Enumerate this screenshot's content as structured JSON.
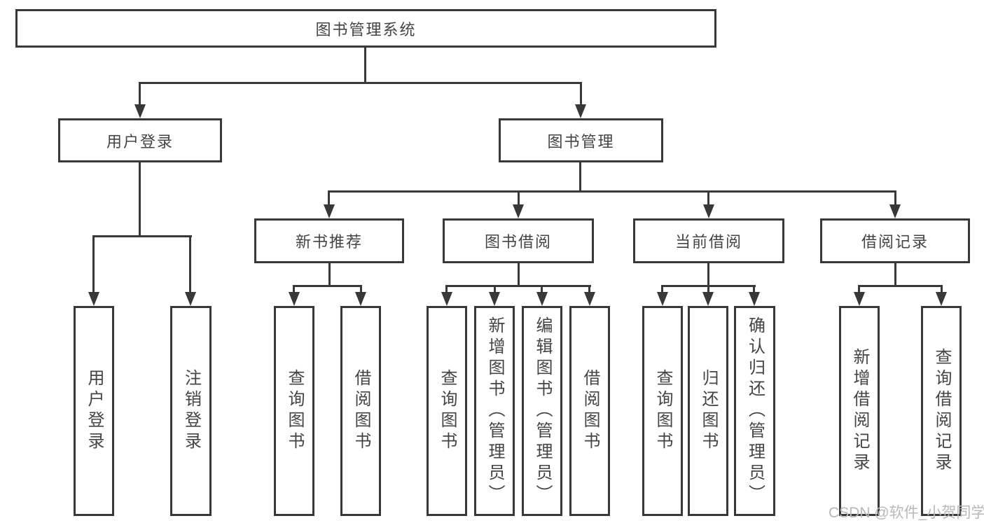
{
  "diagram": {
    "root": {
      "label": "图书管理系统"
    },
    "level2": [
      {
        "label": "用户登录"
      },
      {
        "label": "图书管理"
      }
    ],
    "level3": [
      {
        "label": "新书推荐"
      },
      {
        "label": "图书借阅"
      },
      {
        "label": "当前借阅"
      },
      {
        "label": "借阅记录"
      }
    ],
    "leaves": {
      "user_login": [
        {
          "label": "用户登录"
        },
        {
          "label": "注销登录"
        }
      ],
      "new_book_recommend": [
        {
          "label": "查询图书"
        },
        {
          "label": "借阅图书"
        }
      ],
      "book_borrow": [
        {
          "label": "查询图书"
        },
        {
          "label": "新增图书（管理员）"
        },
        {
          "label": "编辑图书（管理员）"
        },
        {
          "label": "借阅图书"
        }
      ],
      "current_borrow": [
        {
          "label": "查询图书"
        },
        {
          "label": "归还图书"
        },
        {
          "label": "确认归还（管理员）"
        }
      ],
      "borrow_records": [
        {
          "label": "新增借阅记录"
        },
        {
          "label": "查询借阅记录"
        }
      ]
    }
  },
  "watermark": {
    "text": "CSDN @软件_小贺同学"
  },
  "colors": {
    "line": "#383838",
    "box_border": "#383838",
    "text": "#444444",
    "watermark": "#b8b8b8",
    "background": "#ffffff"
  }
}
